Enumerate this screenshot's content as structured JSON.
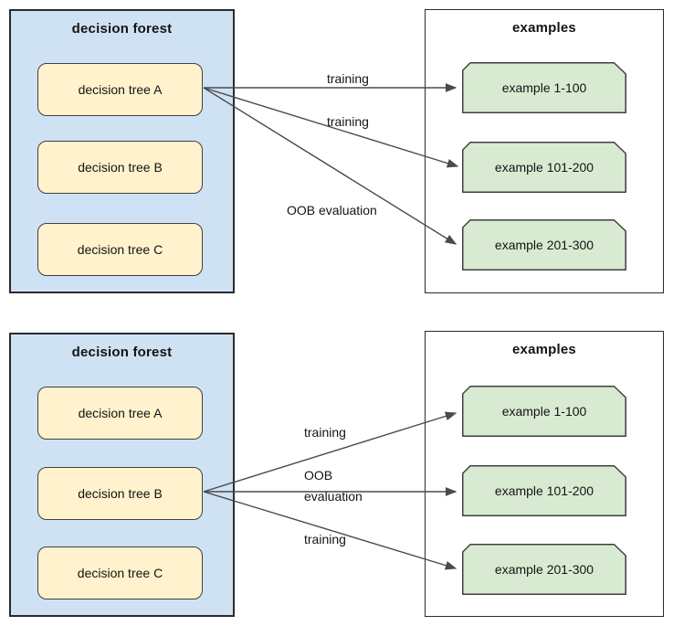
{
  "colors": {
    "forest-fill": "#cfe2f3",
    "tree-fill": "#fff2cc",
    "example-fill": "#d9ead3",
    "panel-border": "#2b2b2b",
    "shape-border": "#404040",
    "arrow": "#4a4a4a",
    "text": "#141414",
    "bg": "#ffffff"
  },
  "top_panel": {
    "forest_title": "decision forest",
    "trees": [
      "decision tree A",
      "decision tree B",
      "decision tree C"
    ],
    "examples_title": "examples",
    "examples": [
      "example 1-100",
      "example 101-200",
      "example 201-300"
    ],
    "arrow_labels": [
      {
        "lines": [
          "training"
        ]
      },
      {
        "lines": [
          "training"
        ]
      },
      {
        "lines": [
          "OOB evaluation"
        ]
      }
    ]
  },
  "bottom_panel": {
    "forest_title": "decision forest",
    "trees": [
      "decision tree A",
      "decision tree B",
      "decision tree C"
    ],
    "examples_title": "examples",
    "examples": [
      "example 1-100",
      "example 101-200",
      "example 201-300"
    ],
    "arrow_labels": [
      {
        "lines": [
          "training"
        ]
      },
      {
        "lines": [
          "OOB",
          "evaluation"
        ]
      },
      {
        "lines": [
          "training"
        ]
      }
    ]
  }
}
